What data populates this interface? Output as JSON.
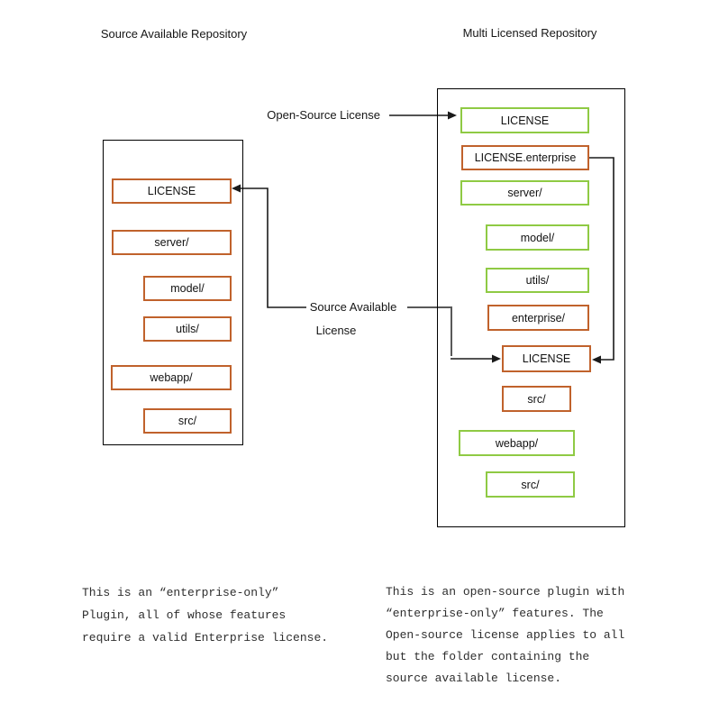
{
  "left_repo": {
    "title": "Source Available Repository",
    "items": [
      {
        "label": "LICENSE",
        "color": "orange"
      },
      {
        "label": "server/",
        "color": "orange"
      },
      {
        "label": "model/",
        "color": "orange"
      },
      {
        "label": "utils/",
        "color": "orange"
      },
      {
        "label": "webapp/",
        "color": "orange"
      },
      {
        "label": "src/",
        "color": "orange"
      }
    ]
  },
  "right_repo": {
    "title": "Multi Licensed Repository",
    "items": [
      {
        "label": "LICENSE",
        "color": "green"
      },
      {
        "label": "LICENSE.enterprise",
        "color": "orange"
      },
      {
        "label": "server/",
        "color": "green"
      },
      {
        "label": "model/",
        "color": "green"
      },
      {
        "label": "utils/",
        "color": "green"
      },
      {
        "label": "enterprise/",
        "color": "orange"
      },
      {
        "label": "LICENSE",
        "color": "orange"
      },
      {
        "label": "src/",
        "color": "orange"
      },
      {
        "label": "webapp/",
        "color": "green"
      },
      {
        "label": "src/",
        "color": "green"
      }
    ]
  },
  "labels": {
    "open_source": "Open-Source License",
    "source_available_line1": "Source Available",
    "source_available_line2": "License"
  },
  "notes": {
    "left": [
      "This is an “enterprise-only”",
      "Plugin, all of whose features",
      "require a valid Enterprise license."
    ],
    "right": [
      "This is an open-source plugin with",
      "“enterprise-only” features. The",
      "Open-source license applies to all",
      "but the folder containing the",
      "source available license."
    ]
  },
  "colors": {
    "orange": "#c0622c",
    "green": "#8fca44",
    "line": "#1a1a1a",
    "line_gray": "#595959"
  }
}
